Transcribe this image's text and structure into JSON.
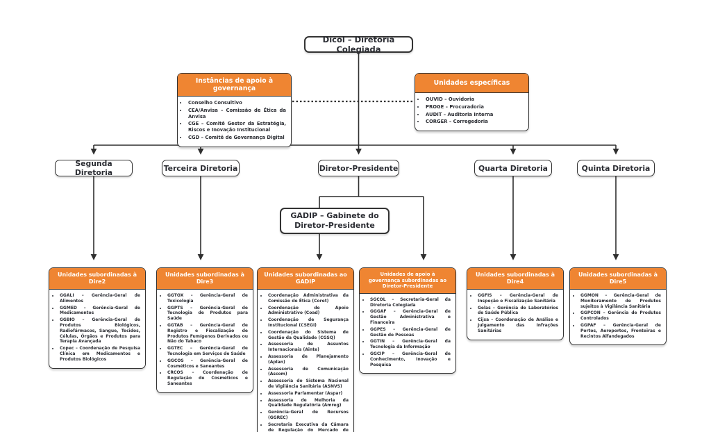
{
  "colors": {
    "accent_orange": "#EF8532",
    "line": "#2F2F2F",
    "text": "#2B2D33"
  },
  "root": {
    "label": "Dicol – Diretoria Colegiada"
  },
  "governance_support": {
    "title": "Instâncias de apoio à governança",
    "items": [
      "Conselho Consultivo",
      "CEA/Anvisa – Comissão de Ética da Anvisa",
      "CGE – Comitê Gestor da Estratégia, Riscos e Inovação Institucional",
      "CGD – Comitê de Governança Digital"
    ]
  },
  "specific_units": {
    "title": "Unidades específicas",
    "items": [
      "OUVID – Ouvidoria",
      "PROGE – Procuradoria",
      "AUDIT – Auditoria Interna",
      "CORGER – Corregedoria"
    ]
  },
  "directorates": {
    "segunda": "Segunda Diretoria",
    "terceira": "Terceira Diretoria",
    "presidente": "Diretor-Presidente",
    "quarta": "Quarta Diretoria",
    "quinta": "Quinta Diretoria"
  },
  "gadip": {
    "label": "GADIP – Gabinete do Diretor-Presidente"
  },
  "unit_boxes": {
    "dire2": {
      "title": "Unidades subordinadas à Dire2",
      "items": [
        "GGALI – Gerência-Geral de Alimentos",
        "GGMED – Gerência-Geral de Medicamentos",
        "GGBIO – Gerência-Geral de Produtos Biológicos, Radiofármacos, Sangue, Tecidos, Células, Órgãos e Produtos para Terapia Avançada",
        "Copec – Coordenação de Pesquisa Clínica em Medicamentos e Produtos Biológicos"
      ]
    },
    "dire3": {
      "title": "Unidades subordinadas à Dire3",
      "items": [
        "GGTOX – Gerência-Geral de Toxicologia",
        "GGPTS – Gerência-Geral de Tecnologia de Produtos para Saúde",
        "GGTAB – Gerência-Geral de Registro e Fiscalização de Produtos Fumígenos Derivados ou Não do Tabaco",
        "GGTEC – Gerência-Geral de Tecnologia em Serviços de Saúde",
        "GGCOS – Gerência-Geral de Cosméticos e Saneantes",
        "CRCOS – Coordenação de Regulação de Cosméticos e Saneantes"
      ]
    },
    "gadip_sub": {
      "title": "Unidades subordinadas ao GADIP",
      "items": [
        "Coordenação Administrativa da Comissão de Ética (Coret)",
        "Coordenação de Apoio Administrativo (Coad)",
        "Coordenação de Segurança Institucional (CSEGI)",
        "Coordenação do Sistema de Gestão da Qualidade (CGSQ)",
        "Assessoria de Assuntos Internacionais (Ainte)",
        "Assessoria de Planejamento (Aplan)",
        "Assessoria de Comunicação (Ascom)",
        "Assessoria do Sistema Nacional de Vigilância Sanitária (ASNVS)",
        "Assessoria Parlamentar (Aspar)",
        "Assessoria de Melhoria da Qualidade Regulatória (Amreg)",
        "Gerência-Geral de Recursos (GGREC)",
        "Secretaria Executiva da Câmara de Regulação do Mercado de Medicamentos (SCMED)"
      ]
    },
    "apoio_dp": {
      "title": "Unidades de apoio à governança subordinadas ao Diretor-Presidente",
      "items": [
        "SGCOL – Secretaria-Geral da Diretoria Colegiada",
        "GGGAF – Gerência-Geral de Gestão Administrativa e Financeira",
        "GGPES – Gerência-Geral de Gestão de Pessoas",
        "GGTIN – Gerência-Geral da Tecnologia da Informação",
        "GGCIP – Gerência-Geral de Conhecimento, Inovação e Pesquisa"
      ]
    },
    "dire4": {
      "title": "Unidades subordinadas à Dire4",
      "items": [
        "GGFIS – Gerência-Geral de Inspeção e Fiscalização Sanitária",
        "Gelas – Gerência de Laboratórios de Saúde Pública",
        "Cijsa – Coordenação de Análise e Julgamento das Infrações Sanitárias"
      ]
    },
    "dire5": {
      "title": "Unidades subordinadas à Dire5",
      "items": [
        "GGMON – Gerência-Geral de Monitoramento de Produtos sujeitos à Vigilância Sanitária",
        "GGPCON – Gerência de Produtos Controlados",
        "GGPAF – Gerência-Geral de Portos, Aeroportos, Fronteiras e Recintos Alfandegados"
      ]
    }
  }
}
